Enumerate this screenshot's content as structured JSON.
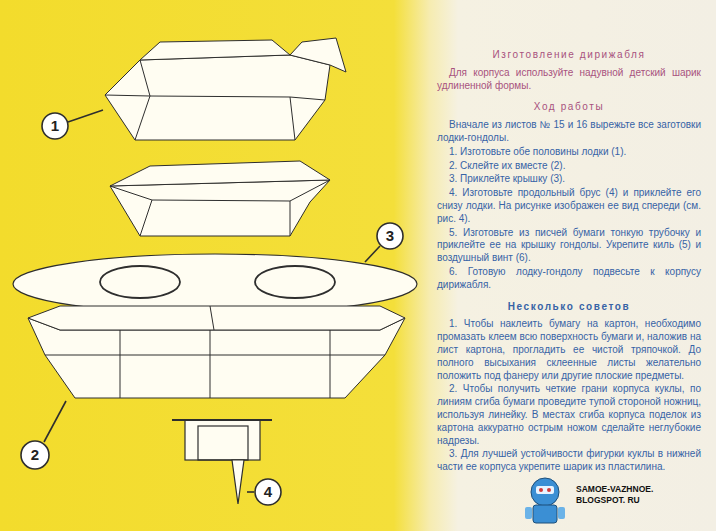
{
  "diagram": {
    "title": "Изготовление дирижабля",
    "labels": [
      "Для корпуса используйте надувной детский шарик удлиненной формы.",
      "Ход работы",
      "Вначале из листов № 15 и 16 вырежьте все заготовки лодки-гондолы.",
      "1. Изготовьте обе половины лодки (1).",
      "2. Склейте их вместе (2).",
      "3. Приклейте крышку (3).",
      "4. Изготовьте продольный брус (4) и приклейте его снизу лодки. На рисунке изображен ее вид спереди (см. рис. 4).",
      "5. Изготовьте из писчей бумаги тонкую трубочку и приклейте ее на крышку гондолы. Укрепите киль (5) и воздушный винт (6).",
      "6. Готовую лодку-гондолу подвесьте к корпусу дирижабля.",
      "Несколько советов",
      "1. Чтобы наклеить бумагу на картон, необходимо промазать клеем всю поверхность бумаги и, наложив на лист картона, прогладить ее чистой тряпочкой. До полного высыхания склеенные листы желательно положить под фанеру или другие плоские предметы.",
      "2. Чтобы получить четкие грани корпуса куклы, по линиям сгиба бумаги проведите тупой стороной ножниц, используя линейку. В местах сгиба корпуса поделок из картона аккуратно острым ножом сделайте неглубокие надрезы.",
      "3. Для лучшей устойчивости фигурки куклы в нижней части ее корпуса укрепите шарик из пластилина.",
      "1",
      "3",
      "2",
      "4",
      "SAMOE-VAZHNOE. BLOGSPOT. RU"
    ]
  }
}
